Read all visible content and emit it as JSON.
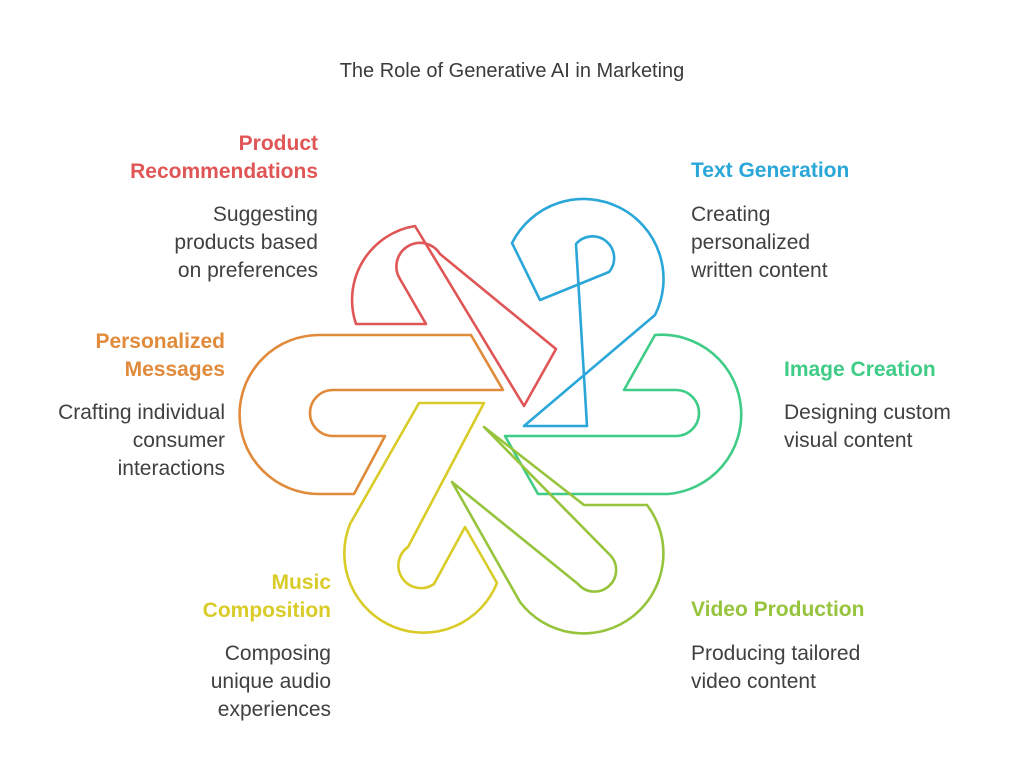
{
  "title": "The Role of Generative AI in Marketing",
  "colors": {
    "product": "#e05656",
    "text": "#2aa7d8",
    "image": "#3fcc86",
    "personalized": "#e08a3a",
    "music": "#d9cc28",
    "video": "#96c43c"
  },
  "items": {
    "product": {
      "title_line1": "Product",
      "title_line2": "Recommendations",
      "desc_line1": "Suggesting",
      "desc_line2": "products based",
      "desc_line3": "on preferences"
    },
    "text": {
      "title": "Text Generation",
      "desc_line1": "Creating",
      "desc_line2": "personalized",
      "desc_line3": "written content"
    },
    "personalized": {
      "title_line1": "Personalized",
      "title_line2": "Messages",
      "desc_line1": "Crafting individual",
      "desc_line2": "consumer",
      "desc_line3": "interactions"
    },
    "image": {
      "title": "Image Creation",
      "desc_line1": "Designing custom",
      "desc_line2": "visual content"
    },
    "music": {
      "title_line1": "Music",
      "title_line2": "Composition",
      "desc_line1": "Composing",
      "desc_line2": "unique audio",
      "desc_line3": "experiences"
    },
    "video": {
      "title": "Video Production",
      "desc_line1": "Producing tailored",
      "desc_line2": "video content"
    }
  }
}
